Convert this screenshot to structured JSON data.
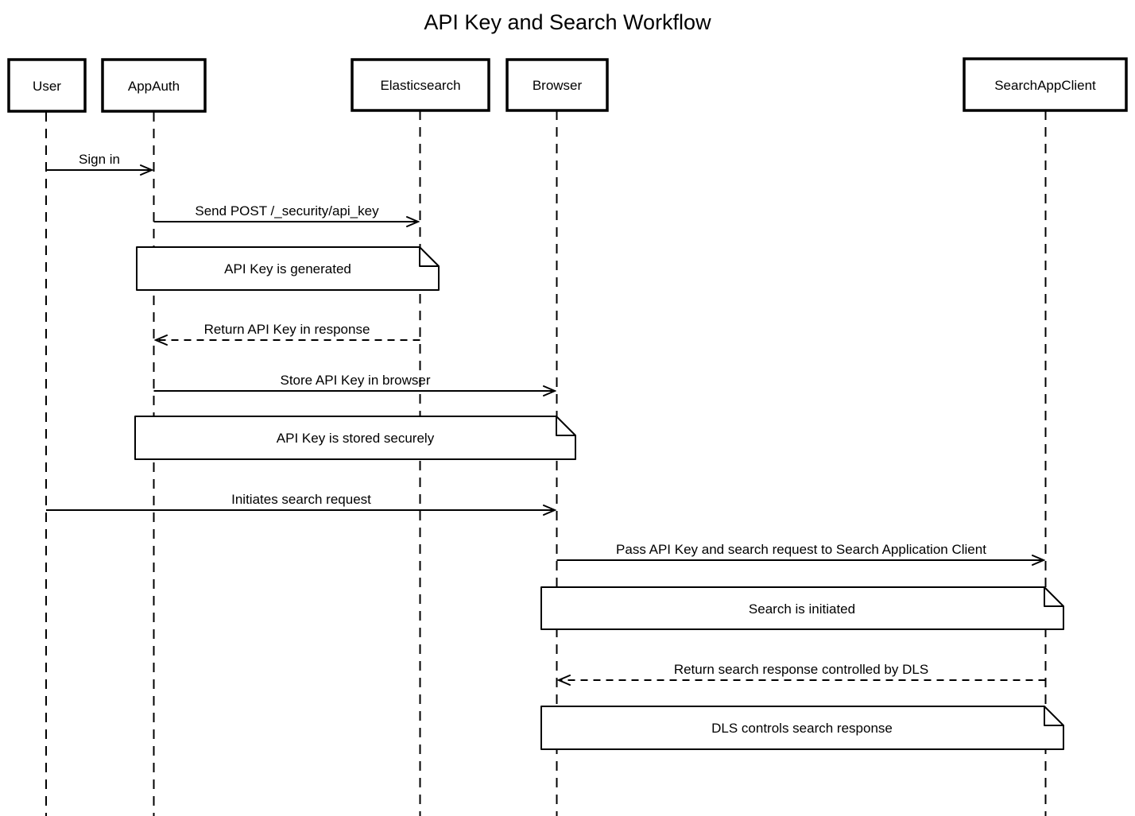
{
  "diagram": {
    "title": "API Key and Search Workflow",
    "type": "sequence-diagram",
    "colors": {
      "background": "#ffffff",
      "line": "#000000",
      "text": "#000000",
      "participant_fill": "#ffffff"
    },
    "participants": [
      {
        "id": "user",
        "label": "User"
      },
      {
        "id": "appauth",
        "label": "AppAuth"
      },
      {
        "id": "elasticsearch",
        "label": "Elasticsearch"
      },
      {
        "id": "browser",
        "label": "Browser"
      },
      {
        "id": "searchappclient",
        "label": "SearchAppClient"
      }
    ],
    "messages": [
      {
        "from": "User",
        "to": "AppAuth",
        "label": "Sign in",
        "style": "solid"
      },
      {
        "from": "AppAuth",
        "to": "Elasticsearch",
        "label": "Send POST /_security/api_key",
        "style": "solid"
      },
      {
        "from": "Elasticsearch",
        "to": "AppAuth",
        "label": "Return API Key in response",
        "style": "dashed"
      },
      {
        "from": "AppAuth",
        "to": "Browser",
        "label": "Store API Key in browser",
        "style": "solid"
      },
      {
        "from": "User",
        "to": "Browser",
        "label": "Initiates search request",
        "style": "solid"
      },
      {
        "from": "Browser",
        "to": "SearchAppClient",
        "label": "Pass API Key and search request to Search Application Client",
        "style": "solid"
      },
      {
        "from": "SearchAppClient",
        "to": "Browser",
        "label": "Return search response controlled by DLS",
        "style": "dashed"
      }
    ],
    "notes": [
      {
        "over": "AppAuth, Elasticsearch",
        "label": "API Key is generated"
      },
      {
        "over": "AppAuth, Browser",
        "label": "API Key is stored securely"
      },
      {
        "over": "Browser, SearchAppClient",
        "label": "Search is initiated"
      },
      {
        "over": "Browser, SearchAppClient",
        "label": "DLS controls search response"
      }
    ]
  }
}
